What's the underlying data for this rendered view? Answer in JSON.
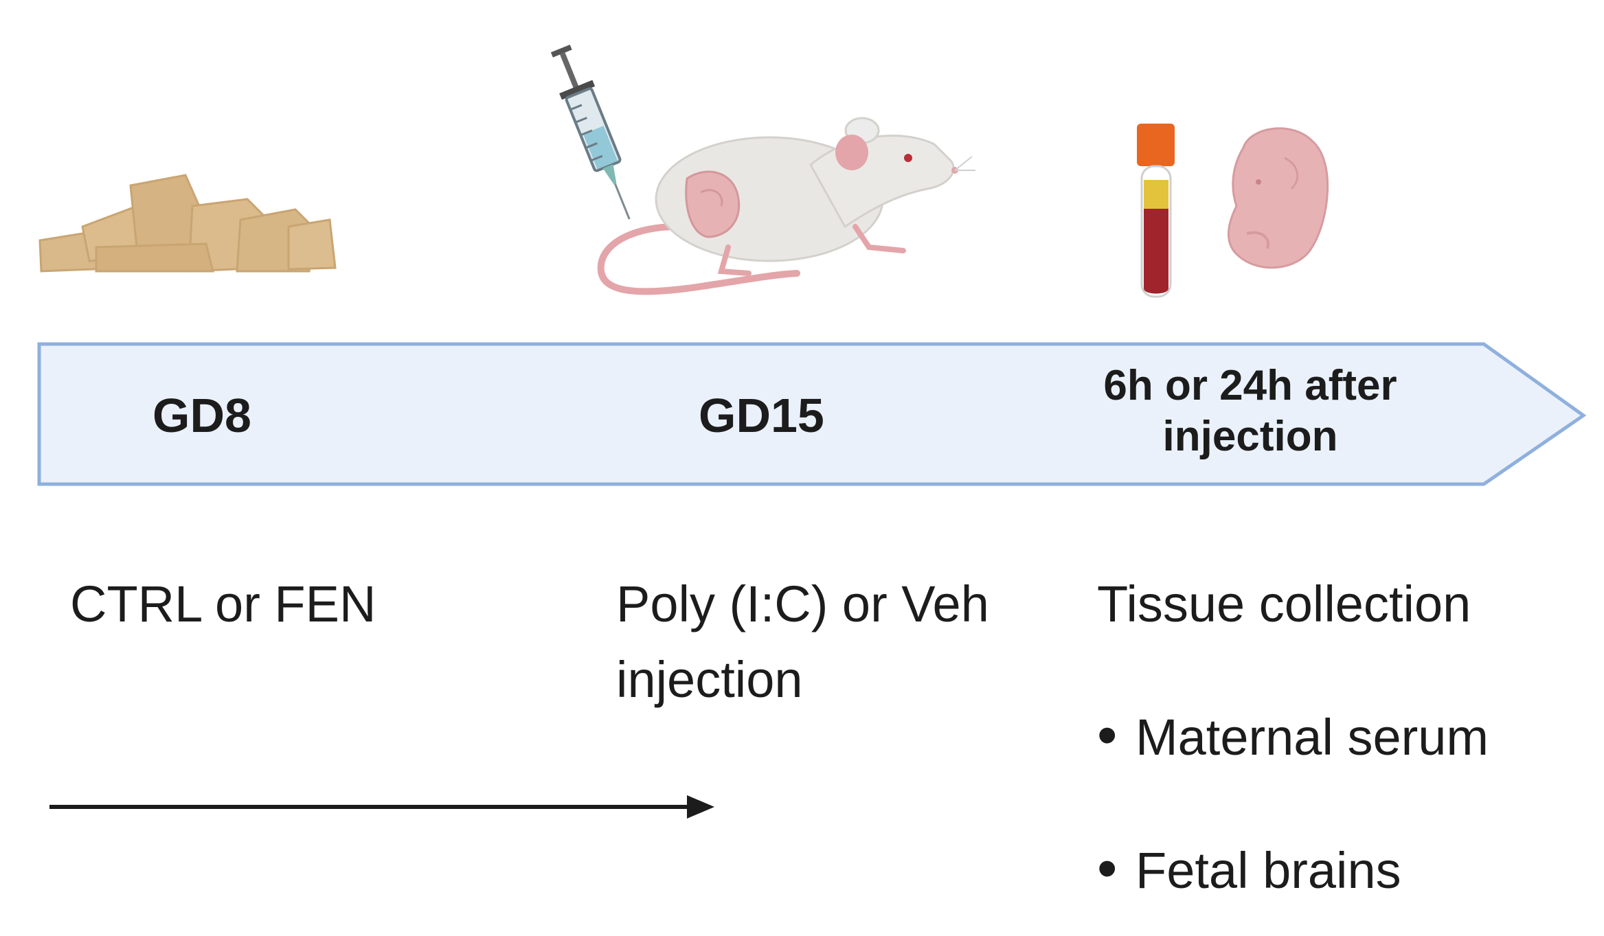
{
  "timeline": {
    "stages": [
      {
        "label": "GD8",
        "description": "CTRL or FEN"
      },
      {
        "label": "GD15",
        "description_lines": [
          "Poly (I:C) or Veh",
          "injection"
        ]
      },
      {
        "label_lines": [
          "6h or 24h after",
          "injection"
        ],
        "description": "Tissue collection",
        "items": [
          "Maternal serum",
          "Fetal brains"
        ]
      }
    ]
  },
  "colors": {
    "arrow_fill": "#eaf1fa",
    "arrow_stroke": "#8fb0de",
    "text": "#1c1c1c",
    "food": "#d9b889",
    "mouse_body": "#e9e7e4",
    "mouse_pink": "#e3a5a9",
    "blood": "#a0242b",
    "tube_cap": "#e8661f",
    "serum": "#e3c33b",
    "fetus": "#e7b2b4"
  },
  "icons": [
    "food-pellets-icon",
    "syringe-icon",
    "pregnant-mouse-icon",
    "blood-tube-icon",
    "fetus-icon"
  ]
}
